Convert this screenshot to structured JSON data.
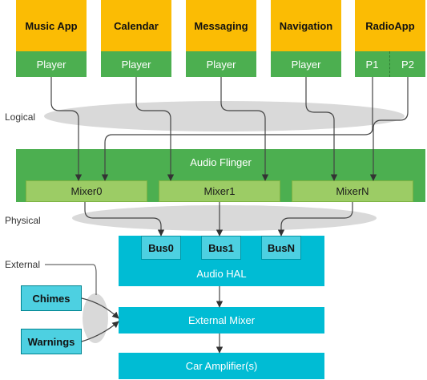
{
  "apps": [
    {
      "name": "Music App",
      "players": [
        "Player"
      ]
    },
    {
      "name": "Calendar",
      "players": [
        "Player"
      ]
    },
    {
      "name": "Messaging",
      "players": [
        "Player"
      ]
    },
    {
      "name": "Navigation",
      "players": [
        "Player"
      ]
    },
    {
      "name": "RadioApp",
      "players": [
        "P1",
        "P2"
      ]
    }
  ],
  "layers": {
    "logical": "Logical",
    "physical": "Physical",
    "external": "External"
  },
  "audio_flinger": {
    "title": "Audio Flinger",
    "mixers": [
      "Mixer0",
      "Mixer1",
      "MixerN"
    ]
  },
  "audio_hal": {
    "title": "Audio HAL",
    "buses": [
      "Bus0",
      "Bus1",
      "BusN"
    ]
  },
  "external_sources": [
    "Chimes",
    "Warnings"
  ],
  "external_mixer": "External Mixer",
  "car_amplifier": "Car Amplifier(s)",
  "colors": {
    "app": "#fbbc04",
    "player": "#4caf50",
    "mixer": "#9ccc65",
    "hal": "#00bcd4",
    "bus": "#4dd0e1",
    "ellipse": "#d9d9d9"
  }
}
